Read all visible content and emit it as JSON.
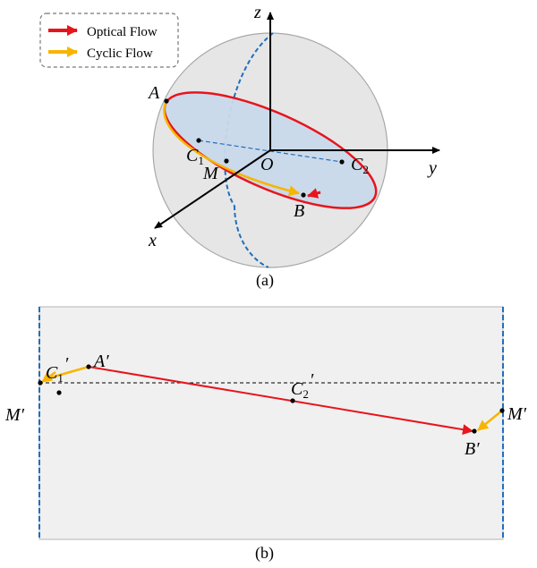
{
  "legend": {
    "items": [
      {
        "label": "Optical Flow",
        "color": "#e8141c"
      },
      {
        "label": "Cyclic Flow",
        "color": "#f7b500"
      }
    ]
  },
  "panel_a": {
    "caption": "(a)",
    "axes": {
      "x": "x",
      "y": "y",
      "z": "z"
    },
    "points": {
      "A": "A",
      "B": "B",
      "M": "M",
      "O": "O",
      "C1_letter": "C",
      "C1_sub": "1",
      "C2_letter": "C",
      "C2_sub": "2"
    }
  },
  "panel_b": {
    "caption": "(b)",
    "points": {
      "A": "A′",
      "B": "B′",
      "M_left": "M′",
      "M_right": "M′",
      "C1_letter": "C",
      "C1_sub": "1",
      "C1_prime": "′",
      "C2_letter": "C",
      "C2_sub": "2",
      "C2_prime": "′"
    }
  },
  "colors": {
    "optical_flow": "#e8141c",
    "cyclic_flow": "#f7b500",
    "meridian": "#1f6fbf",
    "disk_fill": "#c9d9ea",
    "sphere_fill": "#e6e6e6",
    "panel_fill": "#f0f0f0"
  }
}
